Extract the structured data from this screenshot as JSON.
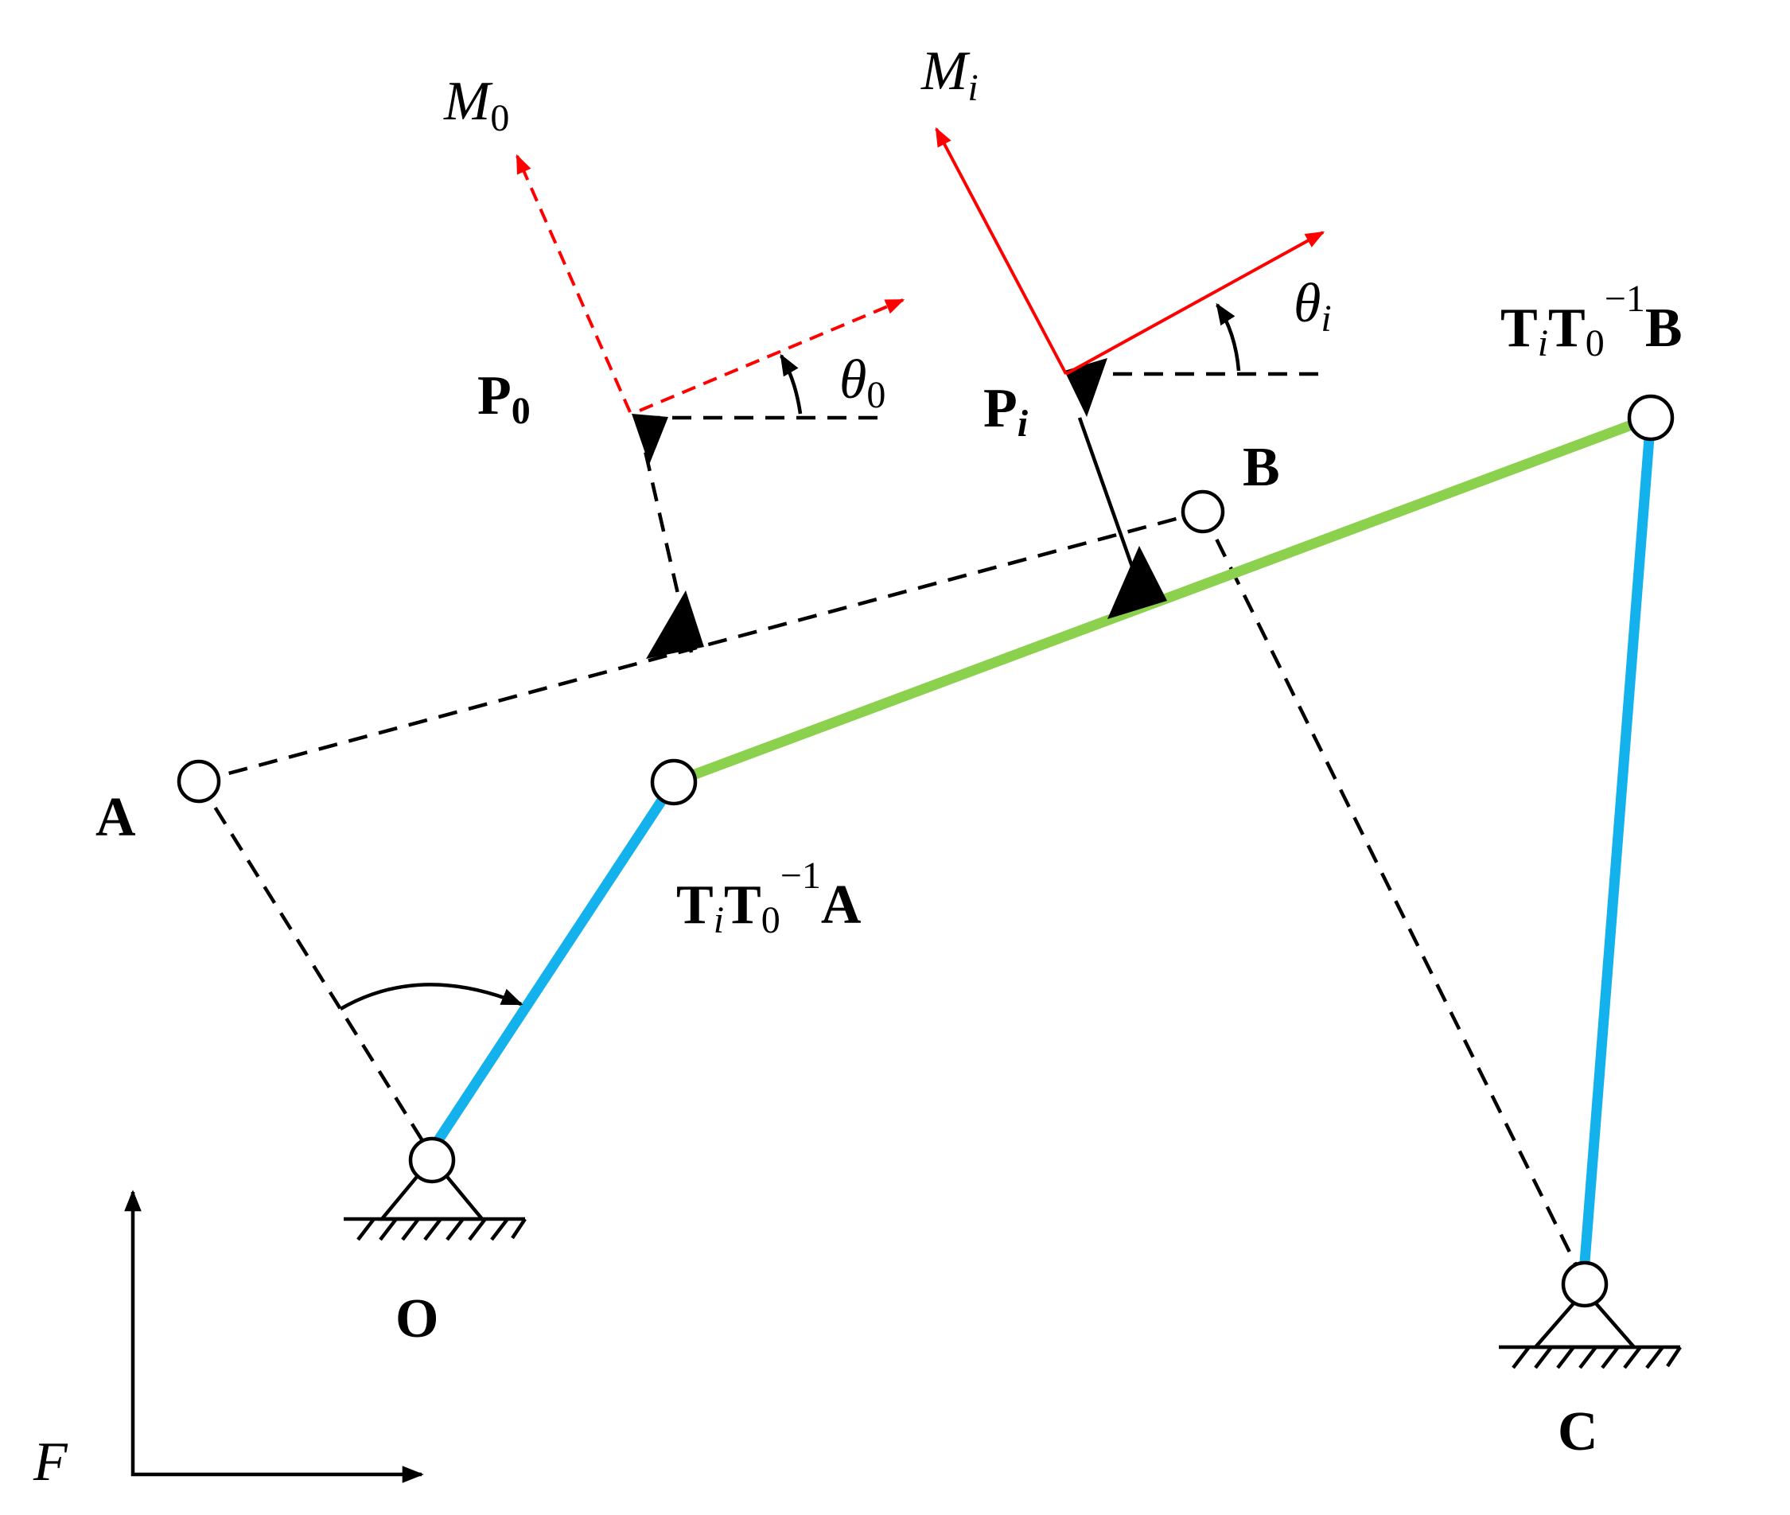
{
  "colors": {
    "ground_link": "#13b2ec",
    "coupler_link": "#8cd14d",
    "moving_frame": "#ff0000",
    "construction": "#000000",
    "background": "#ffffff"
  },
  "labels": {
    "M0": {
      "main": "M",
      "sub": "0"
    },
    "Mi": {
      "main": "M",
      "sub": "i"
    },
    "P0": {
      "main": "P",
      "sub": "0"
    },
    "Pi": {
      "main": "P",
      "sub": "i"
    },
    "theta0": {
      "main": "θ",
      "sub": "0"
    },
    "thetai": {
      "main": "θ",
      "sub": "i"
    },
    "A": "A",
    "B": "B",
    "C": "C",
    "O": "O",
    "F": "F",
    "TA": {
      "T1": "T",
      "i": "i",
      "T2": "T",
      "zero": "0",
      "exp": "−1",
      "end": "A"
    },
    "TB": {
      "T1": "T",
      "i": "i",
      "T2": "T",
      "zero": "0",
      "exp": "−1",
      "end": "B"
    }
  }
}
